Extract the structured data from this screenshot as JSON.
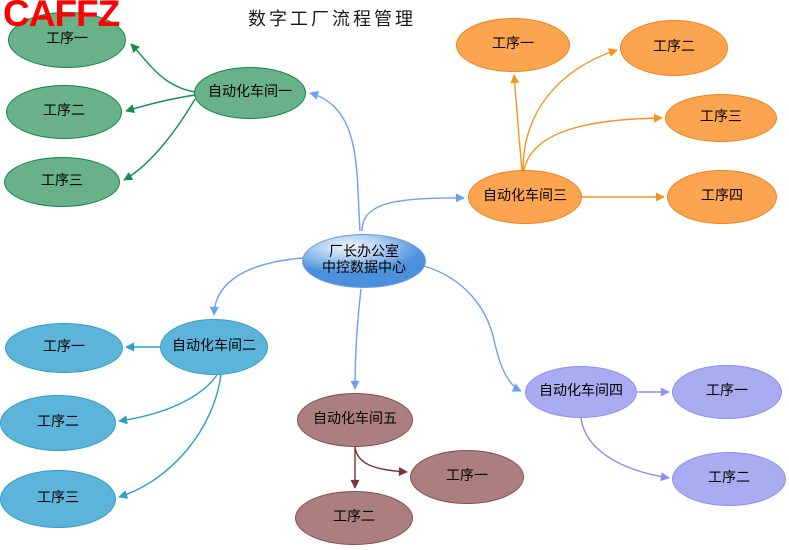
{
  "watermark": "CAFFZ",
  "title": "数字工厂流程管理",
  "center_node": {
    "line1": "厂长办公室",
    "line2": "中控数据中心"
  },
  "palette": {
    "center_hi": "#f2f8fd",
    "center_mid": "#a9ccf0",
    "center_fill": "#4a90dd",
    "center_border": "#6d9dd8",
    "center_link": "#6d9ff2",
    "green_fill": "#68b189",
    "green_border": "#0e854a",
    "green_link": "#13904d",
    "orange_fill": "#fca450",
    "orange_border": "#f08018",
    "orange_link": "#f5941e",
    "blue_fill": "#5db4da",
    "blue_border": "#2e9dc8",
    "blue_link": "#2e9dc8",
    "brown_fill": "#ab7f80",
    "brown_border": "#8c4a4d",
    "brown_link": "#7b3436",
    "purple_fill": "#a9acf0",
    "purple_border": "#8d90f2",
    "purple_link": "#8d90f2"
  },
  "clusters": {
    "workshop1": {
      "label": "自动化车间一",
      "processes": [
        "工序一",
        "工序二",
        "工序三"
      ]
    },
    "workshop2": {
      "label": "自动化车间二",
      "processes": [
        "工序一",
        "工序二",
        "工序三"
      ]
    },
    "workshop3": {
      "label": "自动化车间三",
      "processes": [
        "工序一",
        "工序二",
        "工序三",
        "工序四"
      ]
    },
    "workshop4": {
      "label": "自动化车间四",
      "processes": [
        "工序一",
        "工序二"
      ]
    },
    "workshop5": {
      "label": "自动化车间五",
      "processes": [
        "工序一",
        "工序二"
      ]
    }
  }
}
